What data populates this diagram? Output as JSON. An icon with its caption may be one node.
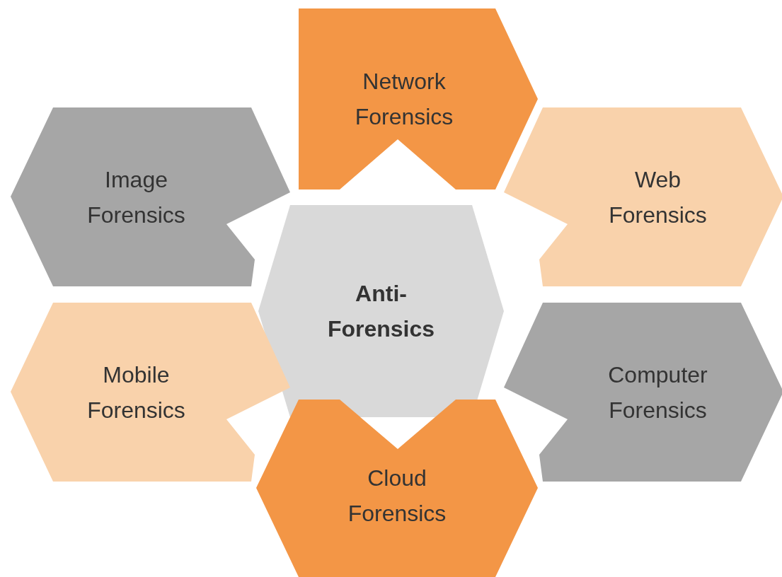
{
  "diagram": {
    "nodes": [
      {
        "text": [
          "Network Forensics"
        ]
      },
      {
        "text": [
          "Image Forensics"
        ]
      },
      {
        "text": [
          "Web Forensics"
        ]
      },
      {
        "text": [
          "Anti-Forensics"
        ]
      },
      {
        "text": [
          "Mobile Forensics"
        ]
      },
      {
        "text": [
          "Computer Forensics"
        ]
      },
      {
        "text": [
          "Cloud Forensics"
        ]
      }
    ]
  }
}
